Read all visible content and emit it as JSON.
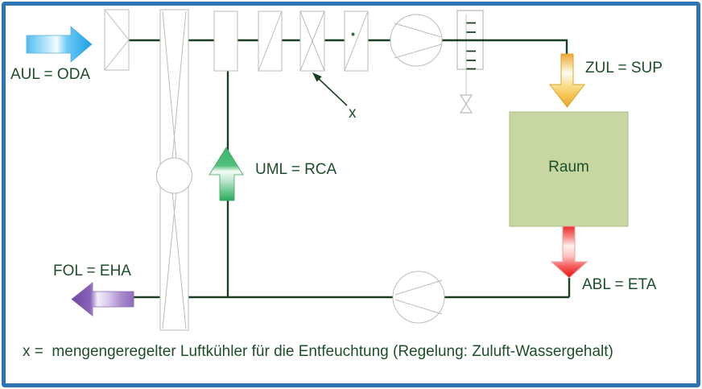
{
  "labels": {
    "outdoor_air": "AUL = ODA",
    "supply_air": "ZUL = SUP",
    "recirculation_air": "UML = RCA",
    "exhaust_air": "FOL = EHA",
    "extract_air": "ABL = ETA",
    "room": "Raum",
    "cooler_marker": "x",
    "caption": "x =  mengengeregelter Luftkühler für die Entfeuchtung (Regelung: Zuluft-Wassergehalt)"
  },
  "colors": {
    "frame_border": "#2e74b5",
    "duct_line": "#1c3f23",
    "text": "#1e4e2b",
    "component_outline": "#b9beb9",
    "room_fill": "#c8d7a2",
    "arrow_blue": "#179ee7",
    "arrow_green": "#28ac5a",
    "arrow_yellow": "#eba42d",
    "arrow_red": "#e61212",
    "arrow_purple": "#6c46a0"
  },
  "components": [
    "outside-air-damper",
    "rotary-heat-exchanger",
    "mixing-section",
    "heating-coil",
    "volume-controlled-cooling-coil",
    "reheater-coil",
    "supply-fan",
    "steam-humidifier",
    "control-valve",
    "room",
    "extract-fan"
  ]
}
